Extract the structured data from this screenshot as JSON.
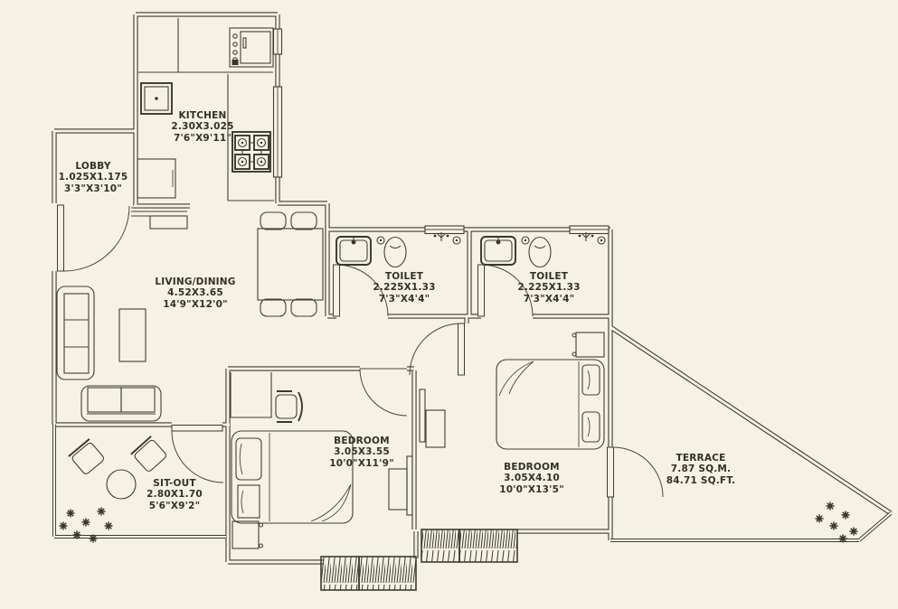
{
  "title": "apartment-floor-plan",
  "colors": {
    "background": "#f5f1e3",
    "wall": "#3e3b33",
    "text": "#33302a"
  },
  "rooms": [
    {
      "id": "kitchen",
      "name": "KITCHEN",
      "dim_m": "2.30X3.025",
      "dim_ft": "7'6\"X9'11\""
    },
    {
      "id": "lobby",
      "name": "LOBBY",
      "dim_m": "1.025X1.175",
      "dim_ft": "3'3\"X3'10\""
    },
    {
      "id": "living",
      "name": "LIVING/DINING",
      "dim_m": "4.52X3.65",
      "dim_ft": "14'9\"X12'0\""
    },
    {
      "id": "toilet1",
      "name": "TOILET",
      "dim_m": "2.225X1.33",
      "dim_ft": "7'3\"X4'4\""
    },
    {
      "id": "toilet2",
      "name": "TOILET",
      "dim_m": "2.225X1.33",
      "dim_ft": "7'3\"X4'4\""
    },
    {
      "id": "bedroom1",
      "name": "BEDROOM",
      "dim_m": "3.05X3.55",
      "dim_ft": "10'0\"X11'9\""
    },
    {
      "id": "bedroom2",
      "name": "BEDROOM",
      "dim_m": "3.05X4.10",
      "dim_ft": "10'0\"X13'5\""
    },
    {
      "id": "terrace",
      "name": "TERRACE",
      "dim_m": "7.87 SQ.M.",
      "dim_ft": "84.71 SQ.FT."
    },
    {
      "id": "sitout",
      "name": "SIT-OUT",
      "dim_m": "2.80X1.70",
      "dim_ft": "5'6\"X9'2\""
    }
  ]
}
